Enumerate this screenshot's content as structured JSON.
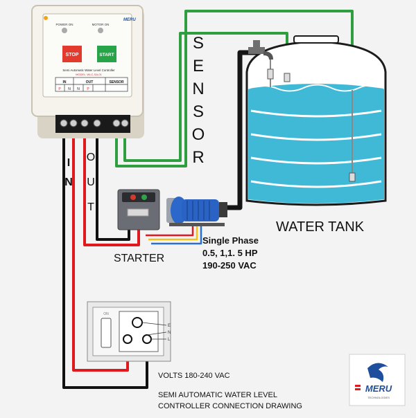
{
  "controller": {
    "indicators": [
      "POWER ON",
      "MOTOR ON"
    ],
    "brand": "MERU",
    "stop_label": "STOP",
    "start_label": "START",
    "title": "Semi Automatic Water Level Controller",
    "model": "MODEL: WLC-SA-01",
    "ports": {
      "in_header": "IN",
      "out_header": "OUT",
      "sensor_header": "SENSOR",
      "cells": [
        "P",
        "N",
        "N",
        "P"
      ]
    }
  },
  "labels": {
    "sensor": [
      "S",
      "E",
      "N",
      "S",
      "O",
      "R"
    ],
    "in": [
      "I",
      "N"
    ],
    "out": [
      "O",
      "U",
      "T"
    ],
    "starter": "STARTER",
    "water_tank": "WATER TANK",
    "pump_spec": [
      "Single Phase",
      "0.5, 1,1. 5 HP",
      "190-250 VAC"
    ],
    "volts": "VOLTS 180-240 VAC",
    "drawing_title": [
      "SEMI AUTOMATIC WATER LEVEL",
      "CONTROLLER CONNECTION DRAWING"
    ]
  },
  "socket": {
    "labels": [
      "E",
      "N",
      "L"
    ],
    "switch_mark": "ON"
  },
  "logo": {
    "name": "MERU",
    "tagline": "TECHNOLOGIES"
  },
  "colors": {
    "wire_red": "#e0191f",
    "wire_black": "#111111",
    "wire_green": "#2f9e41",
    "water": "#3fb9d6",
    "stop_red": "#e23a2c",
    "start_green": "#27a447",
    "logo_blue": "#1e4f9c"
  }
}
